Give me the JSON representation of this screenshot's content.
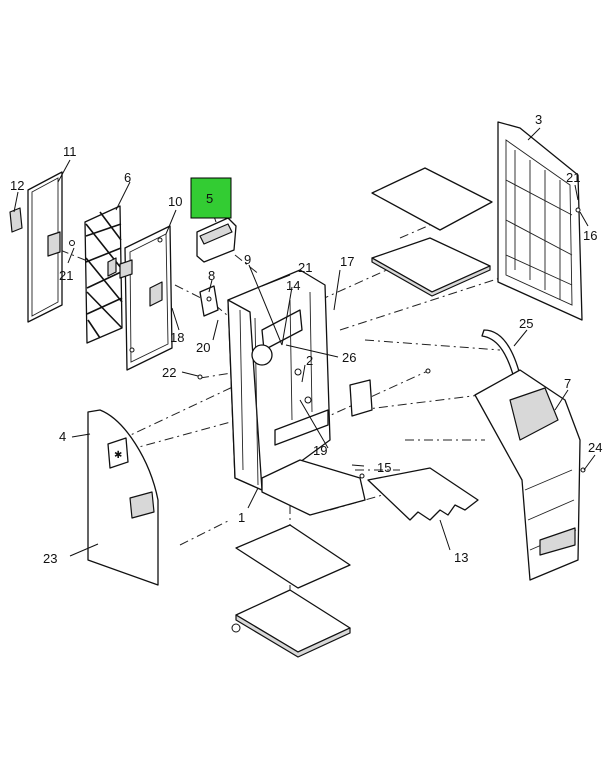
{
  "callouts": [
    "1",
    "2",
    "3",
    "4",
    "5",
    "6",
    "7",
    "8",
    "9",
    "10",
    "11",
    "12",
    "13",
    "14",
    "15",
    "16",
    "17",
    "19",
    "20",
    "21",
    "21",
    "21",
    "22",
    "23",
    "24",
    "25",
    "26",
    "18"
  ],
  "highlight": {
    "label": "5",
    "color": "#33cc33"
  }
}
